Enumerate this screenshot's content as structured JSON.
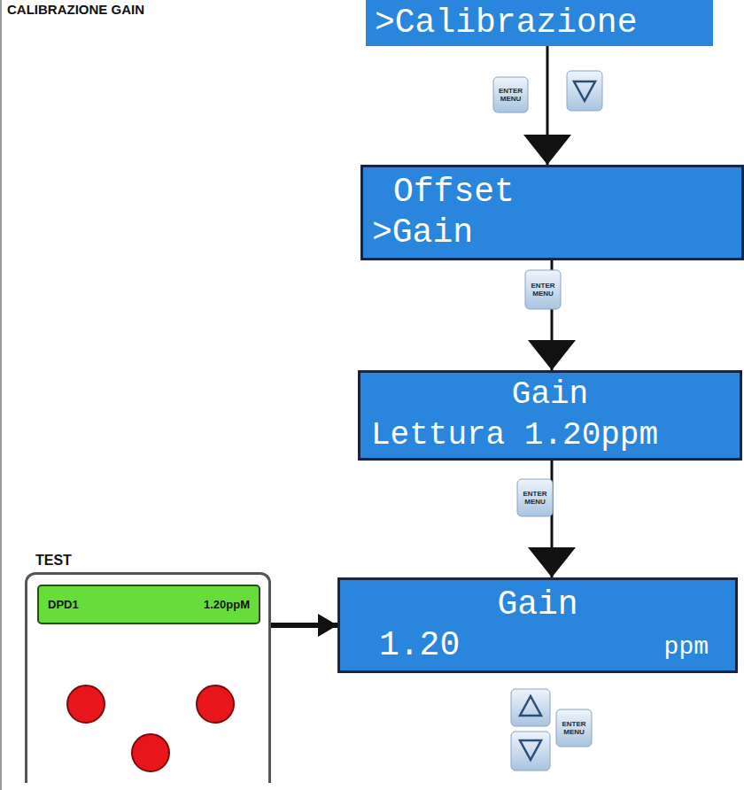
{
  "diagram": {
    "title": "CALIBRAZIONE GAIN",
    "nodes": [
      {
        "text": [
          ">Calibrazione"
        ]
      },
      {
        "text": [
          "Offset",
          ">Gain"
        ]
      },
      {
        "text": [
          "Gain",
          "Lettura 1.20ppm"
        ]
      },
      {
        "text": [
          "Gain",
          "1.20",
          "ppm"
        ]
      },
      {
        "text": [
          "TEST"
        ]
      },
      {
        "text": [
          "DPD1",
          "1.20ppM"
        ],
        "in": 4
      }
    ],
    "edges": [
      {
        "from": 0,
        "to": 1,
        "arrow": "to"
      },
      {
        "from": 1,
        "to": 2,
        "arrow": "to"
      },
      {
        "from": 2,
        "to": 3,
        "arrow": "to"
      },
      {
        "from": 4,
        "to": 3,
        "arrow": "to"
      }
    ],
    "labels": [
      "ENTER MENU",
      "ENTER MENU",
      "ENTER MENU",
      "ENTER MENU"
    ]
  }
}
